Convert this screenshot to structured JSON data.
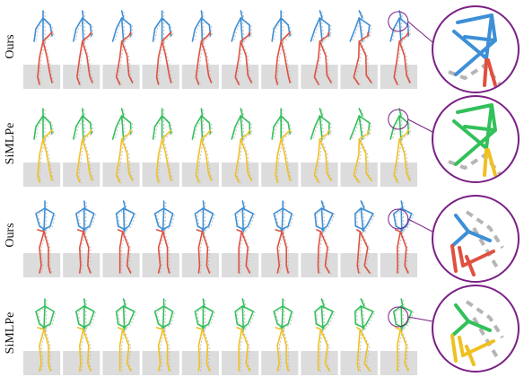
{
  "rows": [
    {
      "label": "Ours",
      "palette": "ours",
      "pose": "A"
    },
    {
      "label": "SiMLPe",
      "palette": "simlpe",
      "pose": "A"
    },
    {
      "label": "Ours",
      "palette": "ours",
      "pose": "B"
    },
    {
      "label": "SiMLPe",
      "palette": "simlpe",
      "pose": "B"
    }
  ],
  "frames_per_row": 10,
  "palettes": {
    "ours": {
      "upper": "#3d8fd6",
      "lower": "#e05040",
      "trail": "#b0b0b0"
    },
    "simlpe": {
      "upper": "#32c05a",
      "lower": "#f0c020",
      "trail": "#b0b0b0"
    }
  },
  "colors": {
    "ground": "#dcdcdc",
    "highlight_circle": "#7a1f86",
    "ghost": "#b5b5b5"
  },
  "icons": {
    "skeleton": "stick-figure-icon",
    "ground": "ground-plane",
    "zoom": "zoom-lens-icon"
  }
}
